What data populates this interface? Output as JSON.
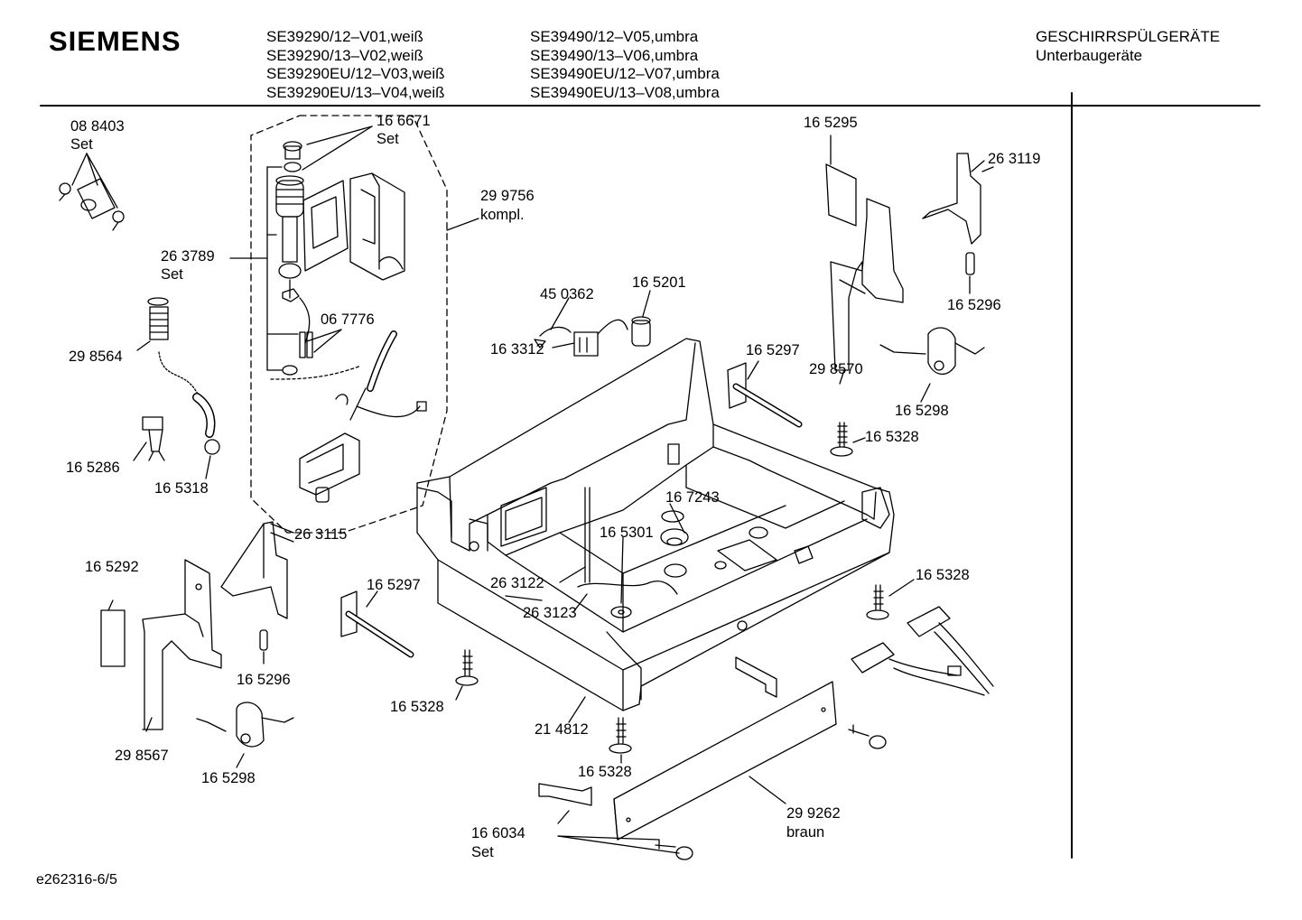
{
  "header": {
    "brand": "SIEMENS",
    "models_col1": [
      "SE39290/12–V01,weiß",
      "SE39290/13–V02,weiß",
      "SE39290EU/12–V03,weiß",
      "SE39290EU/13–V04,weiß"
    ],
    "models_col2": [
      "SE39490/12–V05,umbra",
      "SE39490/13–V06,umbra",
      "SE39490EU/12–V07,umbra",
      "SE39490EU/13–V08,umbra"
    ],
    "category": "GESCHIRRSPÜLGERÄTE",
    "subcategory": "Unterbaugeräte"
  },
  "parts": {
    "p088403": "08 8403",
    "p088403_note": "Set",
    "p166671": "16 6671",
    "p166671_note": "Set",
    "p299756": "29 9756",
    "p299756_note": "kompl.",
    "p263789": "26 3789",
    "p263789_note": "Set",
    "p067776": "06 7776",
    "p298564": "29 8564",
    "p165286": "16 5286",
    "p165318": "16 5318",
    "p263115": "26 3115",
    "p165292": "16 5292",
    "p165296a": "16 5296",
    "p298567": "29 8567",
    "p165298a": "16 5298",
    "p450362": "45 0362",
    "p165201": "16 5201",
    "p163312": "16 3312",
    "p165295": "16 5295",
    "p263119": "26 3119",
    "p165296b": "16 5296",
    "p165297a": "16 5297",
    "p298570": "29 8570",
    "p165298b": "16 5298",
    "p165328a": "16 5328",
    "p167243": "16 7243",
    "p165301": "16 5301",
    "p263122": "26 3122",
    "p263123": "26 3123",
    "p165297b": "16 5297",
    "p165328b": "16 5328",
    "p165328c": "16 5328",
    "p214812": "21 4812",
    "p165328d": "16 5328",
    "p299262": "29 9262",
    "p299262_note": "braun",
    "p166034": "16 6034",
    "p166034_note": "Set"
  },
  "footer": {
    "code": "e262316-6/5"
  }
}
